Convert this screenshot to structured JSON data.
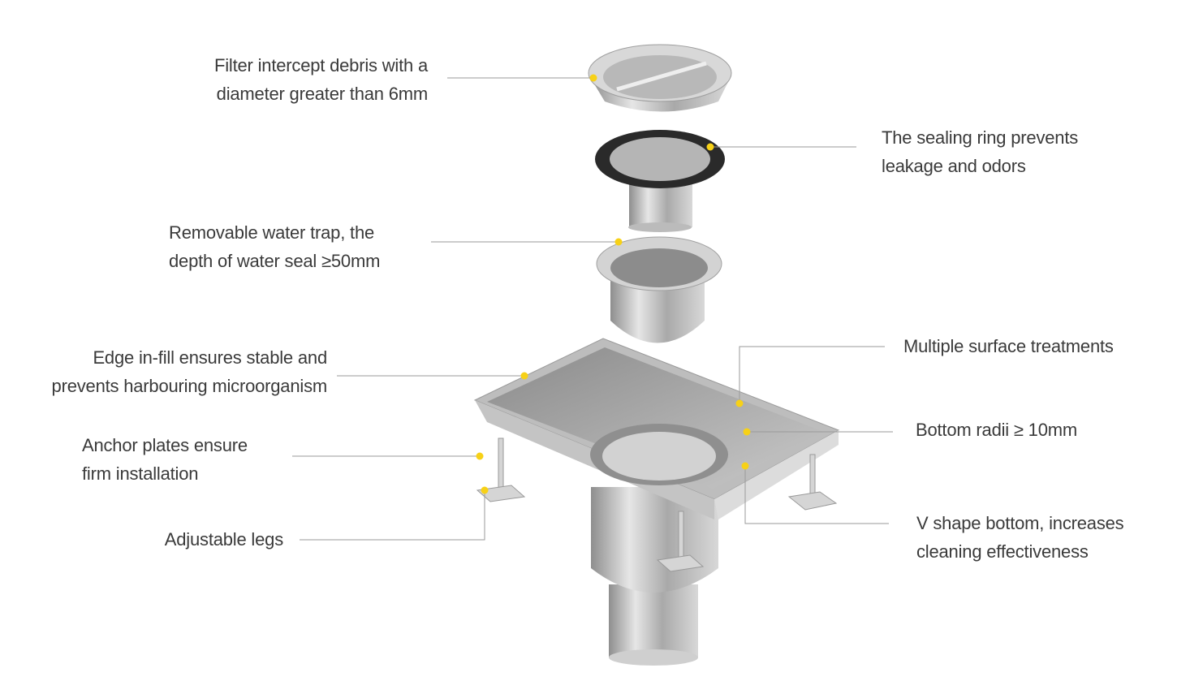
{
  "colors": {
    "callout_dot": "#f7d117",
    "leader_line": "#9a9a9a",
    "text": "#3a3a3a"
  },
  "callouts": {
    "filter": {
      "line1": "Filter intercept debris with a",
      "line2": "diameter greater than 6mm"
    },
    "sealing_ring": {
      "line1": "The sealing ring prevents",
      "line2": "leakage and odors"
    },
    "water_trap": {
      "line1": "Removable water trap, the",
      "line2": "depth of water seal ≥50mm"
    },
    "edge_infill": {
      "line1": "Edge in-fill ensures stable and",
      "line2": "prevents harbouring microorganism"
    },
    "surface": {
      "line1": "Multiple surface treatments"
    },
    "bottom_radii": {
      "line1": "Bottom radii ≥ 10mm"
    },
    "anchor_plates": {
      "line1": "Anchor plates ensure",
      "line2": "firm installation"
    },
    "legs": {
      "line1": "Adjustable legs"
    },
    "v_shape": {
      "line1": "V shape bottom, increases",
      "line2": "cleaning effectiveness"
    }
  }
}
